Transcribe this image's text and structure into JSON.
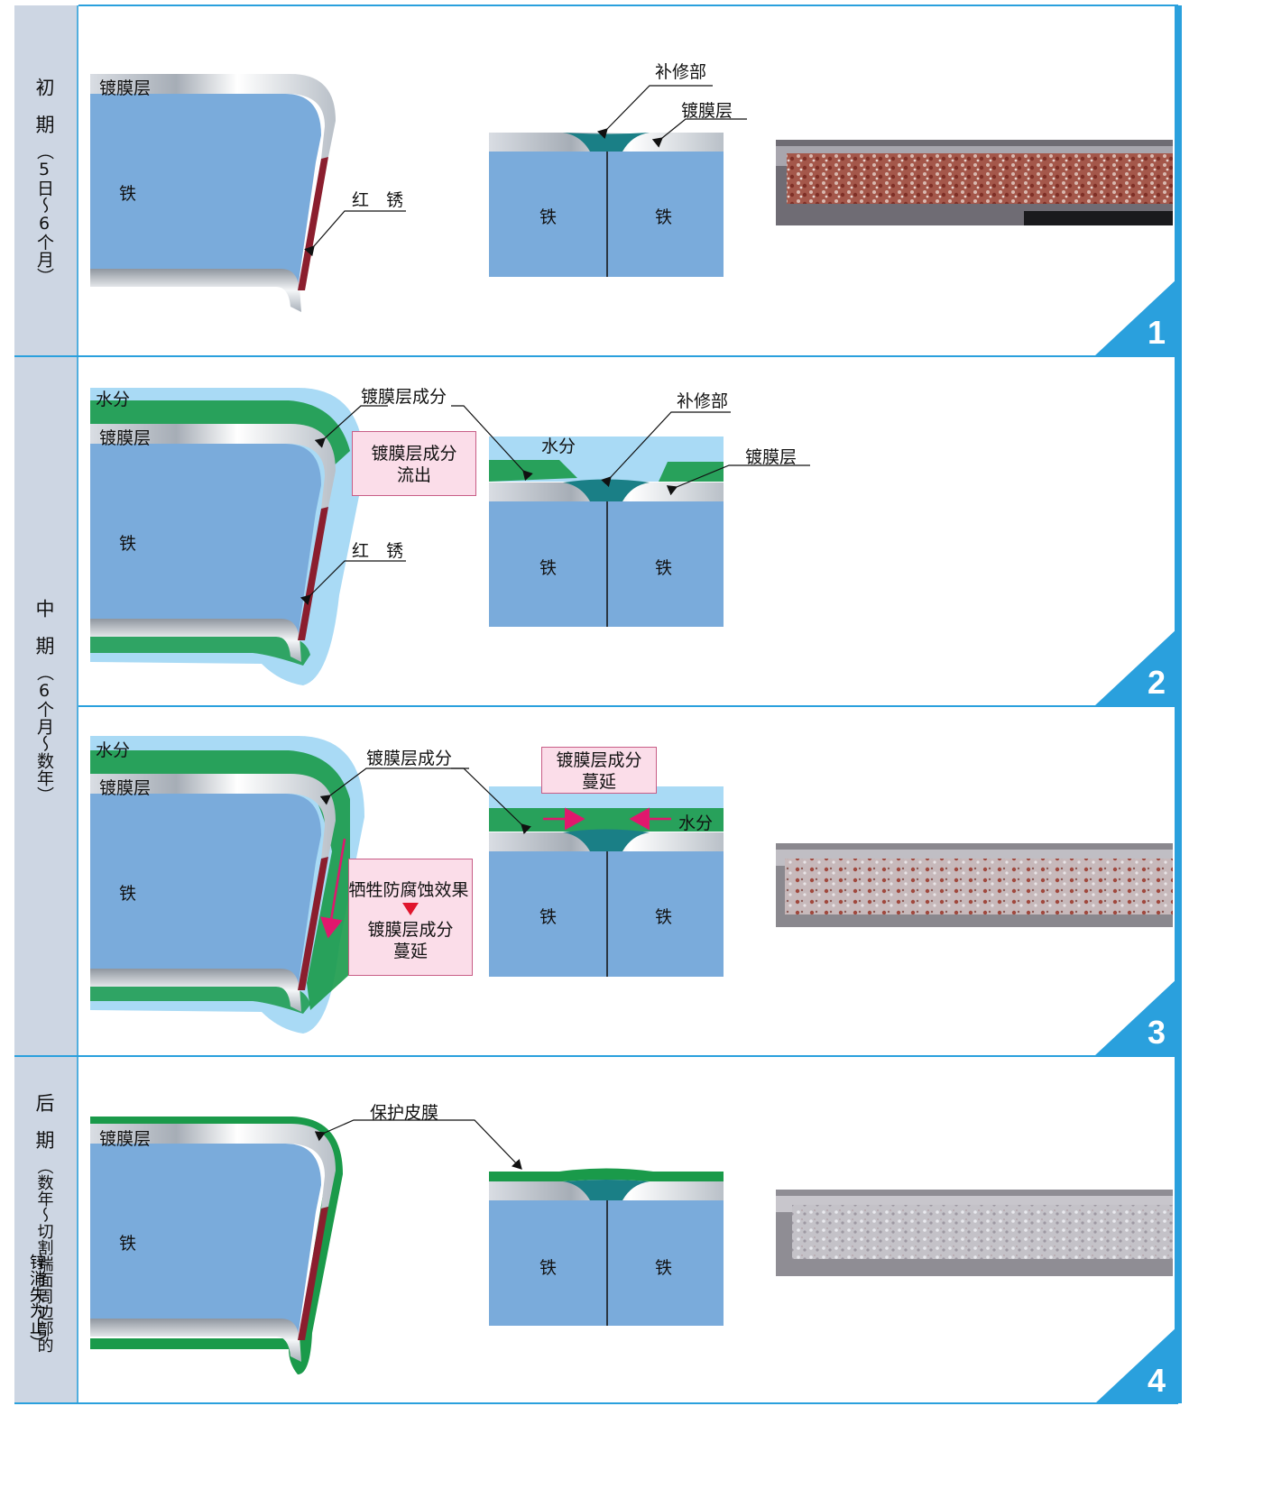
{
  "stages": [
    {
      "id": 1,
      "period": "初期",
      "range_lines": [
        "（5日～6个月）"
      ],
      "number": "1"
    },
    {
      "id": 2,
      "period": "中期",
      "range_lines": [
        "（6个月～数年）"
      ],
      "number": "2"
    },
    {
      "id": 3,
      "number": "3"
    },
    {
      "id": 4,
      "period": "后期",
      "range_lines": [
        "（数年～切割端面周边部的",
        "锌消失为止）"
      ],
      "number": "4"
    }
  ],
  "labels": {
    "plating_layer": "镀膜层",
    "iron": "铁",
    "red_rust": "红　锈",
    "repair_part": "补修部",
    "moisture": "水分",
    "plating_component": "镀膜层成分",
    "plating_outflow": [
      "镀膜层成分",
      "流出"
    ],
    "plating_spread": [
      "镀膜层成分",
      "蔓延"
    ],
    "sacrificial_effect": "牺牲防腐蚀效果",
    "protective_film": "保护皮膜"
  },
  "colors": {
    "iron": "#7aabdb",
    "moisture": "#a9daf5",
    "green_film": "#1a9a4a",
    "rust": "#8b1e2e",
    "repair": "#1a7f86",
    "frame": "#2aa0dd",
    "sidebar": "#cdd6e3",
    "box_fill": "#fbdde9",
    "arrow_pink": "#e0176d"
  }
}
